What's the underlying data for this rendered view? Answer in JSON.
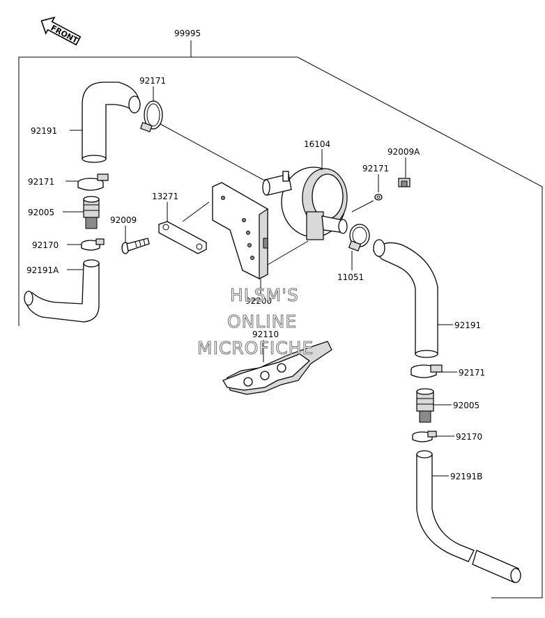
{
  "front_arrow": {
    "text": "FRONT",
    "icon": "front-arrow-icon"
  },
  "assembly_label": "99995",
  "callouts": [
    {
      "id": "label-92191-top-left",
      "text": "92191"
    },
    {
      "id": "label-92171-top",
      "text": "92171"
    },
    {
      "id": "label-92171-left",
      "text": "92171"
    },
    {
      "id": "label-92005-left",
      "text": "92005"
    },
    {
      "id": "label-13271",
      "text": "13271"
    },
    {
      "id": "label-92009",
      "text": "92009"
    },
    {
      "id": "label-92170-left",
      "text": "92170"
    },
    {
      "id": "label-92191a",
      "text": "92191A"
    },
    {
      "id": "label-16104",
      "text": "16104"
    },
    {
      "id": "label-92009a",
      "text": "92009A"
    },
    {
      "id": "label-92200",
      "text": "92200"
    },
    {
      "id": "label-92171-mid",
      "text": "92171"
    },
    {
      "id": "label-11051",
      "text": "11051"
    },
    {
      "id": "label-92110",
      "text": "92110"
    },
    {
      "id": "label-92191-right",
      "text": "92191"
    },
    {
      "id": "label-92171-right",
      "text": "92171"
    },
    {
      "id": "label-92005-right",
      "text": "92005"
    },
    {
      "id": "label-92170-right",
      "text": "92170"
    },
    {
      "id": "label-92191b",
      "text": "92191B"
    }
  ],
  "watermark": {
    "line1": "HLSM'S",
    "line2": "ONLINE",
    "line3": "MICROFICHE"
  }
}
